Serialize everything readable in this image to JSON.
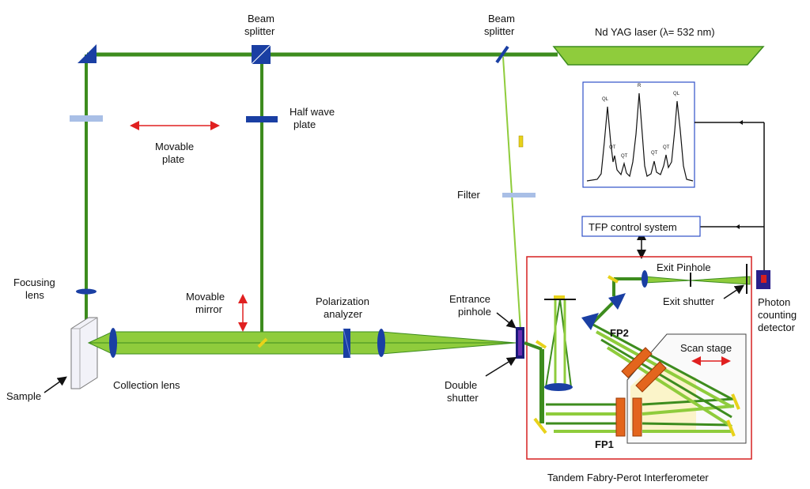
{
  "labels": {
    "laser": "Nd YAG laser (λ= 532 nm)",
    "beam_splitter_1": [
      "Beam",
      "splitter"
    ],
    "beam_splitter_2": [
      "Beam",
      "splitter"
    ],
    "half_wave_plate": [
      "Half wave",
      "plate"
    ],
    "movable_plate": [
      "Movable",
      "plate"
    ],
    "filter": "Filter",
    "tfp_control": "TFP control system",
    "focusing_lens": [
      "Focusing",
      "lens"
    ],
    "movable_mirror": [
      "Movable",
      "mirror"
    ],
    "polarization_analyzer": [
      "Polarization",
      "analyzer"
    ],
    "entrance_pinhole": [
      "Entrance",
      "pinhole"
    ],
    "exit_pinhole": "Exit Pinhole",
    "exit_shutter": "Exit shutter",
    "photon_detector": [
      "Photon",
      "counting",
      "detector"
    ],
    "fp2": "FP2",
    "fp1": "FP1",
    "scan_stage": "Scan stage",
    "sample": "Sample",
    "collection_lens": "Collection lens",
    "double_shutter": [
      "Double",
      "shutter"
    ],
    "tfp_title": "Tandem Fabry-Perot Interferometer"
  },
  "spectrum_peaks": {
    "ql_left": "QL",
    "qt_1": "QT",
    "qt_2": "QT",
    "r": "R",
    "qt_3": "QT",
    "qt_4": "QT",
    "ql_right": "QL"
  },
  "colors": {
    "beam_dark": "#3d8c1e",
    "beam_light": "#8fcc3c",
    "optic_blue": "#1a3fa3",
    "mirror_yellow": "#e8d21a",
    "fp_orange": "#e3651d",
    "tfp_box_red": "#d62020",
    "arrow_red": "#e02020",
    "spectrum_box_blue": "#3050c8"
  }
}
